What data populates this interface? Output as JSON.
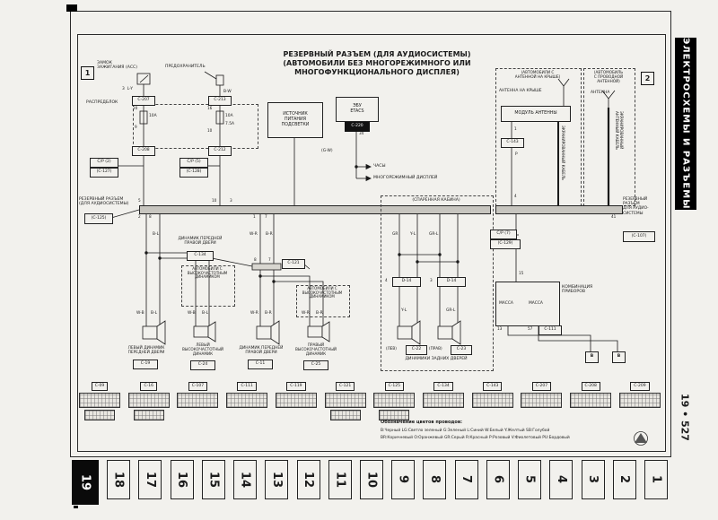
{
  "sidebar": {
    "title": "ЭЛЕКТРОСХЕМЫ И РАЗЪЕМЫ",
    "page_ref": "19 • 527"
  },
  "tabs": [
    "19",
    "18",
    "17",
    "16",
    "15",
    "14",
    "13",
    "12",
    "11",
    "10",
    "9",
    "8",
    "7",
    "6",
    "5",
    "4",
    "3",
    "2",
    "1"
  ],
  "title": {
    "line1": "РЕЗЕРВНЫЙ РАЗЪЕМ (ДЛЯ АУДИОСИСТЕМЫ)",
    "line2": "(АВТОМОБИЛИ БЕЗ МНОГОРЕЖИМНОГО ИЛИ",
    "line3": "МНОГОФУНКЦИОНАЛЬНОГО ДИСПЛЕЯ)"
  },
  "markers": {
    "left": "1",
    "right": "2",
    "ground_left": "B",
    "ground_right": "B"
  },
  "power": {
    "ignition": "ЗАМОК\nЗАЖИГАНИЯ (ACC)",
    "ignition_pin": "3",
    "ignition_wire": "L-Y",
    "fuse_label": "ПРЕДОХРАНИТЕЛЬ",
    "fuse_wire": "B-W",
    "dist_block": "РАСПРЕДБЛОК",
    "c207": "C-207",
    "c213": "C-213",
    "c208": "C-208",
    "c212": "C-212",
    "fuse1_top": "20",
    "fuse1_rating": "10A",
    "fuse1_bot": "9",
    "fuse2_top": "16",
    "fuse2_rating": "10A",
    "fuse3_rating": "7.5A",
    "fuse2_bot": "10",
    "cp2": "C/P (2)",
    "cp2_conn": "(C-127)",
    "cp5": "C/P (5)",
    "cp5_conn": "(C-128)",
    "illum": "ИСТОЧНИК\nПИТАНИЯ\nПОДСВЕТКИ",
    "etacs": "ЭБУ\nETACS",
    "etacs_conn": "C-220",
    "etacs_pin": "34",
    "gw_wire": "(G-W)",
    "clock": "ЧАСЫ",
    "display": "МНОГОРЕЖИМНЫЙ ДИСПЛЕЙ"
  },
  "antenna_roof": {
    "box": "(АВТОМОБИЛИ С\nАНТЕННОЙ НА КРЫШЕ)",
    "antenna": "АНТЕННА НА КРЫШЕ",
    "module": "МОДУЛЬ АНТЕННЫ",
    "pin1": "1",
    "conn": "C-143",
    "wire": "P",
    "pin4": "4",
    "cable": "ЭКРАНИРОВАННЫЙ КАБЕЛЬ"
  },
  "antenna_wired": {
    "box": "(АВТОМОБИЛЬ\nС ПРОВОДНОЙ\nАНТЕННОЙ)",
    "antenna": "АНТЕННА",
    "cable": "ЭКРАНИРОВАННЫЙ\nАНТЕННЫЙ КАБЕЛЬ"
  },
  "bus": {
    "left_label": "РЕЗЕРВНЫЙ РАЗЪЕМ\n(ДЛЯ АУДИОСИСТЕМЫ)",
    "left_conn": "(C-125)",
    "right_label": "РЕЗЕРВНЫЙ\nРАЗЪЕМ\nДЛЯ АУДИО-\nСИСТЕМЫ",
    "right_conn": "(C-107)",
    "right_pin": "41",
    "pins_above": [
      "5",
      "10",
      "3"
    ],
    "pins_below": [
      "2",
      "8",
      "1",
      "7"
    ]
  },
  "speakers": {
    "front_right_joint": "ДИНАМИК ПЕРЕДНЕЙ\nПРАВОЙ ДВЕРИ",
    "joint_conn": "C-134",
    "joint_pins": [
      "8",
      "7"
    ],
    "tweeter_box1": "АВТОМОБИЛИ С\nВЫСОКОЧАСТОТНЫМ\nДИНАМИКОМ",
    "tweeter_box2": "АВТОМОБИЛИ С\nВЫСОКОЧАСТОТНЫМ\nДИНАМИКОМ",
    "c121": "C-121",
    "wirelabels_top": [
      "B-L",
      "W-R",
      "B-R"
    ],
    "wirelabels": [
      "W-B",
      "B-L",
      "W-B",
      "B-L",
      "W-R",
      "B-R",
      "W-R",
      "B-R"
    ],
    "fl": "ЛЕВЫЙ ДИНАМИК\nПЕРЕДНЕЙ ДВЕРИ",
    "fl_conn": "C-19",
    "tw_l": "ЛЕВЫЙ\nВЫСОКОЧАСТОТНЫЙ\nДИНАМИК",
    "tw_l_conn": "C-24",
    "fr": "ДИНАМИК ПЕРЕДНЕЙ\nПРАВОЙ ДВЕРИ",
    "fr_conn": "C-11",
    "tw_r": "ПРАВЫЙ\nВЫСОКОЧАСТОТНЫЙ\nДИНАМИК",
    "tw_r_conn": "C-25"
  },
  "rear": {
    "box": "(СПАРЕННАЯ КАБИНА)",
    "wires_top": [
      "GR",
      "Y-L",
      "GR-L"
    ],
    "d14_left_pin": "4",
    "d14_left": "D-14",
    "d14_right_pin": "3",
    "d14_right": "D-14",
    "wires_mid": [
      "Y-L",
      "GR-L"
    ],
    "left_tag": "(ЛЕВ)",
    "left_conn": "C-22",
    "right_tag": "(ПРАВ)",
    "right_conn": "C-23",
    "caption": "ДИНАМИКИ ЗАДНИХ ДВЕРЕЙ"
  },
  "cluster": {
    "cp7": "C/P (7)",
    "cp7_conn": "(C-129)",
    "pin15": "15",
    "box": "КОМБИНАЦИЯ\nПРИБОРОВ",
    "massa1": "МАССА",
    "massa2": "МАССА",
    "pin13": "13",
    "pin57": "57",
    "conn": "C-111"
  },
  "strip": {
    "connectors": [
      "C-09",
      "C-16",
      "C-107",
      "C-111",
      "C-119",
      "C-121",
      "C-125",
      "C-134",
      "C-143",
      "C-207",
      "C-208",
      "C-209"
    ]
  },
  "legend": {
    "header": "Обозначение цветов проводов:",
    "line1": "B:Черный LG:Светло зеленый G:Зеленый L:Синий W:Белый Y:Желтый SB:Голубой",
    "line2": "BR:Коричневый O:Оранжевый GR:Серый R:Красный P:Розовый V:Фиолетовый PU:Бордовый"
  }
}
